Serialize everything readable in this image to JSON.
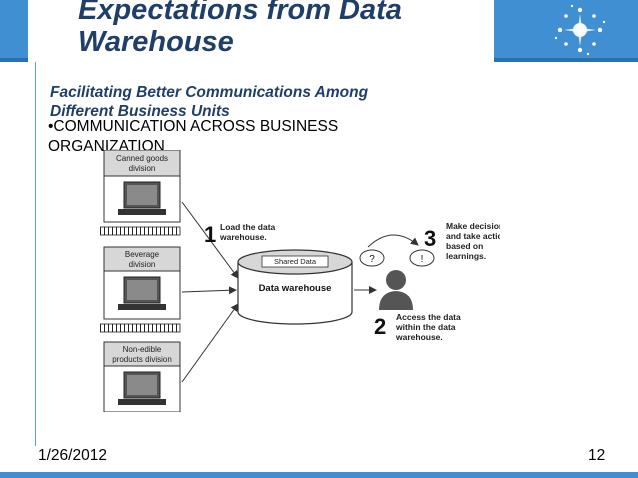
{
  "slide": {
    "title_line1": "Expectations from Data",
    "title_line2": "Warehouse",
    "subtitle_line1": "Facilitating  Better Communications  Among",
    "subtitle_line2": "Different Business Units",
    "bullet_line1": "•COMMUNICATION ACROSS BUSINESS",
    "bullet_line2": "ORGANIZATION",
    "date": "1/26/2012",
    "page_number": "12"
  },
  "diagram": {
    "divisions": [
      {
        "line1": "Canned goods",
        "line2": "division"
      },
      {
        "line1": "Beverage",
        "line2": "division"
      },
      {
        "line1": "Non-edible",
        "line2": "products division"
      }
    ],
    "warehouse_label": "Data warehouse",
    "shared_label": "Shared Data",
    "question_mark": "?",
    "exclamation_mark": "!",
    "steps": [
      {
        "number": "1",
        "line1": "Load the data",
        "line2": "warehouse.",
        "line3": ""
      },
      {
        "number": "2",
        "line1": "Access the data",
        "line2": "within the data",
        "line3": "warehouse."
      },
      {
        "number": "3",
        "line1": "Make decisions",
        "line2": "and take actions",
        "line3": "based on",
        "line4": "learnings."
      }
    ]
  },
  "colors": {
    "band": "#3f8fd2",
    "title": "#1f3f68"
  }
}
